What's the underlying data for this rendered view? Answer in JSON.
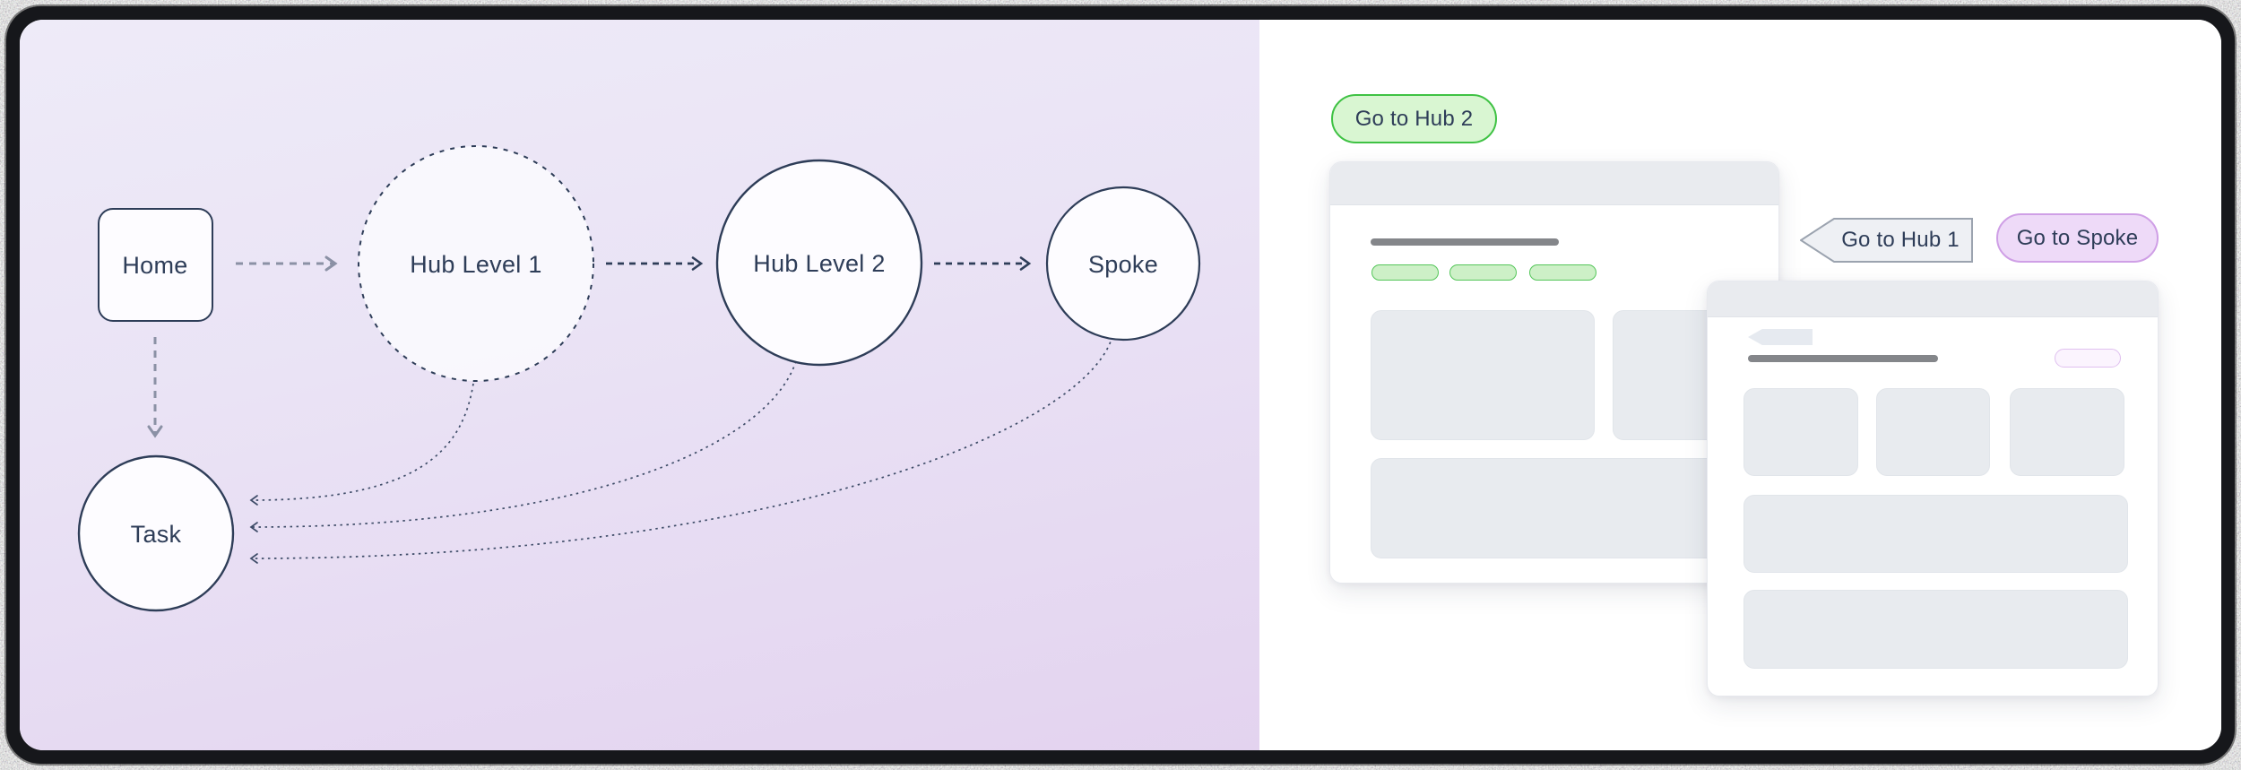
{
  "diagram": {
    "nodes": [
      {
        "id": "home",
        "label": "Home",
        "shape": "rounded-square",
        "border": "solid"
      },
      {
        "id": "hub1",
        "label": "Hub Level 1",
        "shape": "circle",
        "border": "dotted"
      },
      {
        "id": "hub2",
        "label": "Hub Level 2",
        "shape": "circle",
        "border": "solid"
      },
      {
        "id": "spoke",
        "label": "Spoke",
        "shape": "circle",
        "border": "solid"
      },
      {
        "id": "task",
        "label": "Task",
        "shape": "circle",
        "border": "solid"
      }
    ],
    "edges": [
      {
        "from": "home",
        "to": "hub1",
        "style": "dashed",
        "color": "gray"
      },
      {
        "from": "hub1",
        "to": "hub2",
        "style": "dashed",
        "color": "navy"
      },
      {
        "from": "hub2",
        "to": "spoke",
        "style": "dashed",
        "color": "navy"
      },
      {
        "from": "home",
        "to": "task",
        "style": "dashed",
        "color": "gray"
      },
      {
        "from": "hub1",
        "to": "task",
        "style": "dotted",
        "color": "navy"
      },
      {
        "from": "hub2",
        "to": "task",
        "style": "dotted",
        "color": "navy"
      },
      {
        "from": "spoke",
        "to": "task",
        "style": "dotted",
        "color": "navy"
      }
    ]
  },
  "preview": {
    "go_to_hub2_label": "Go to Hub 2",
    "go_to_hub1_label": "Go to Hub 1",
    "go_to_spoke_label": "Go to Spoke"
  },
  "colors": {
    "panel_gradient_top": "#eeebf8",
    "panel_gradient_bottom": "#e3d3ef",
    "node_stroke": "#2e3d58",
    "gray_arrow": "#8b91a5",
    "green_fill": "#d9f6d2",
    "green_border": "#3fc244",
    "chip_green_fill": "#cdf0c7",
    "chip_green_border": "#55c65a",
    "purple_fill": "#eedaf8",
    "purple_border": "#cf9fe6",
    "badge_purple_fill": "#fbf4fe",
    "badge_purple_border": "#e0c0ef",
    "tag_fill": "#eef0f4",
    "tag_border": "#9ba3af",
    "placeholder_block": "#e8ebef",
    "placeholder_bar": "#84868a",
    "card_header": "#e9ebef",
    "frame": "#16171b"
  }
}
